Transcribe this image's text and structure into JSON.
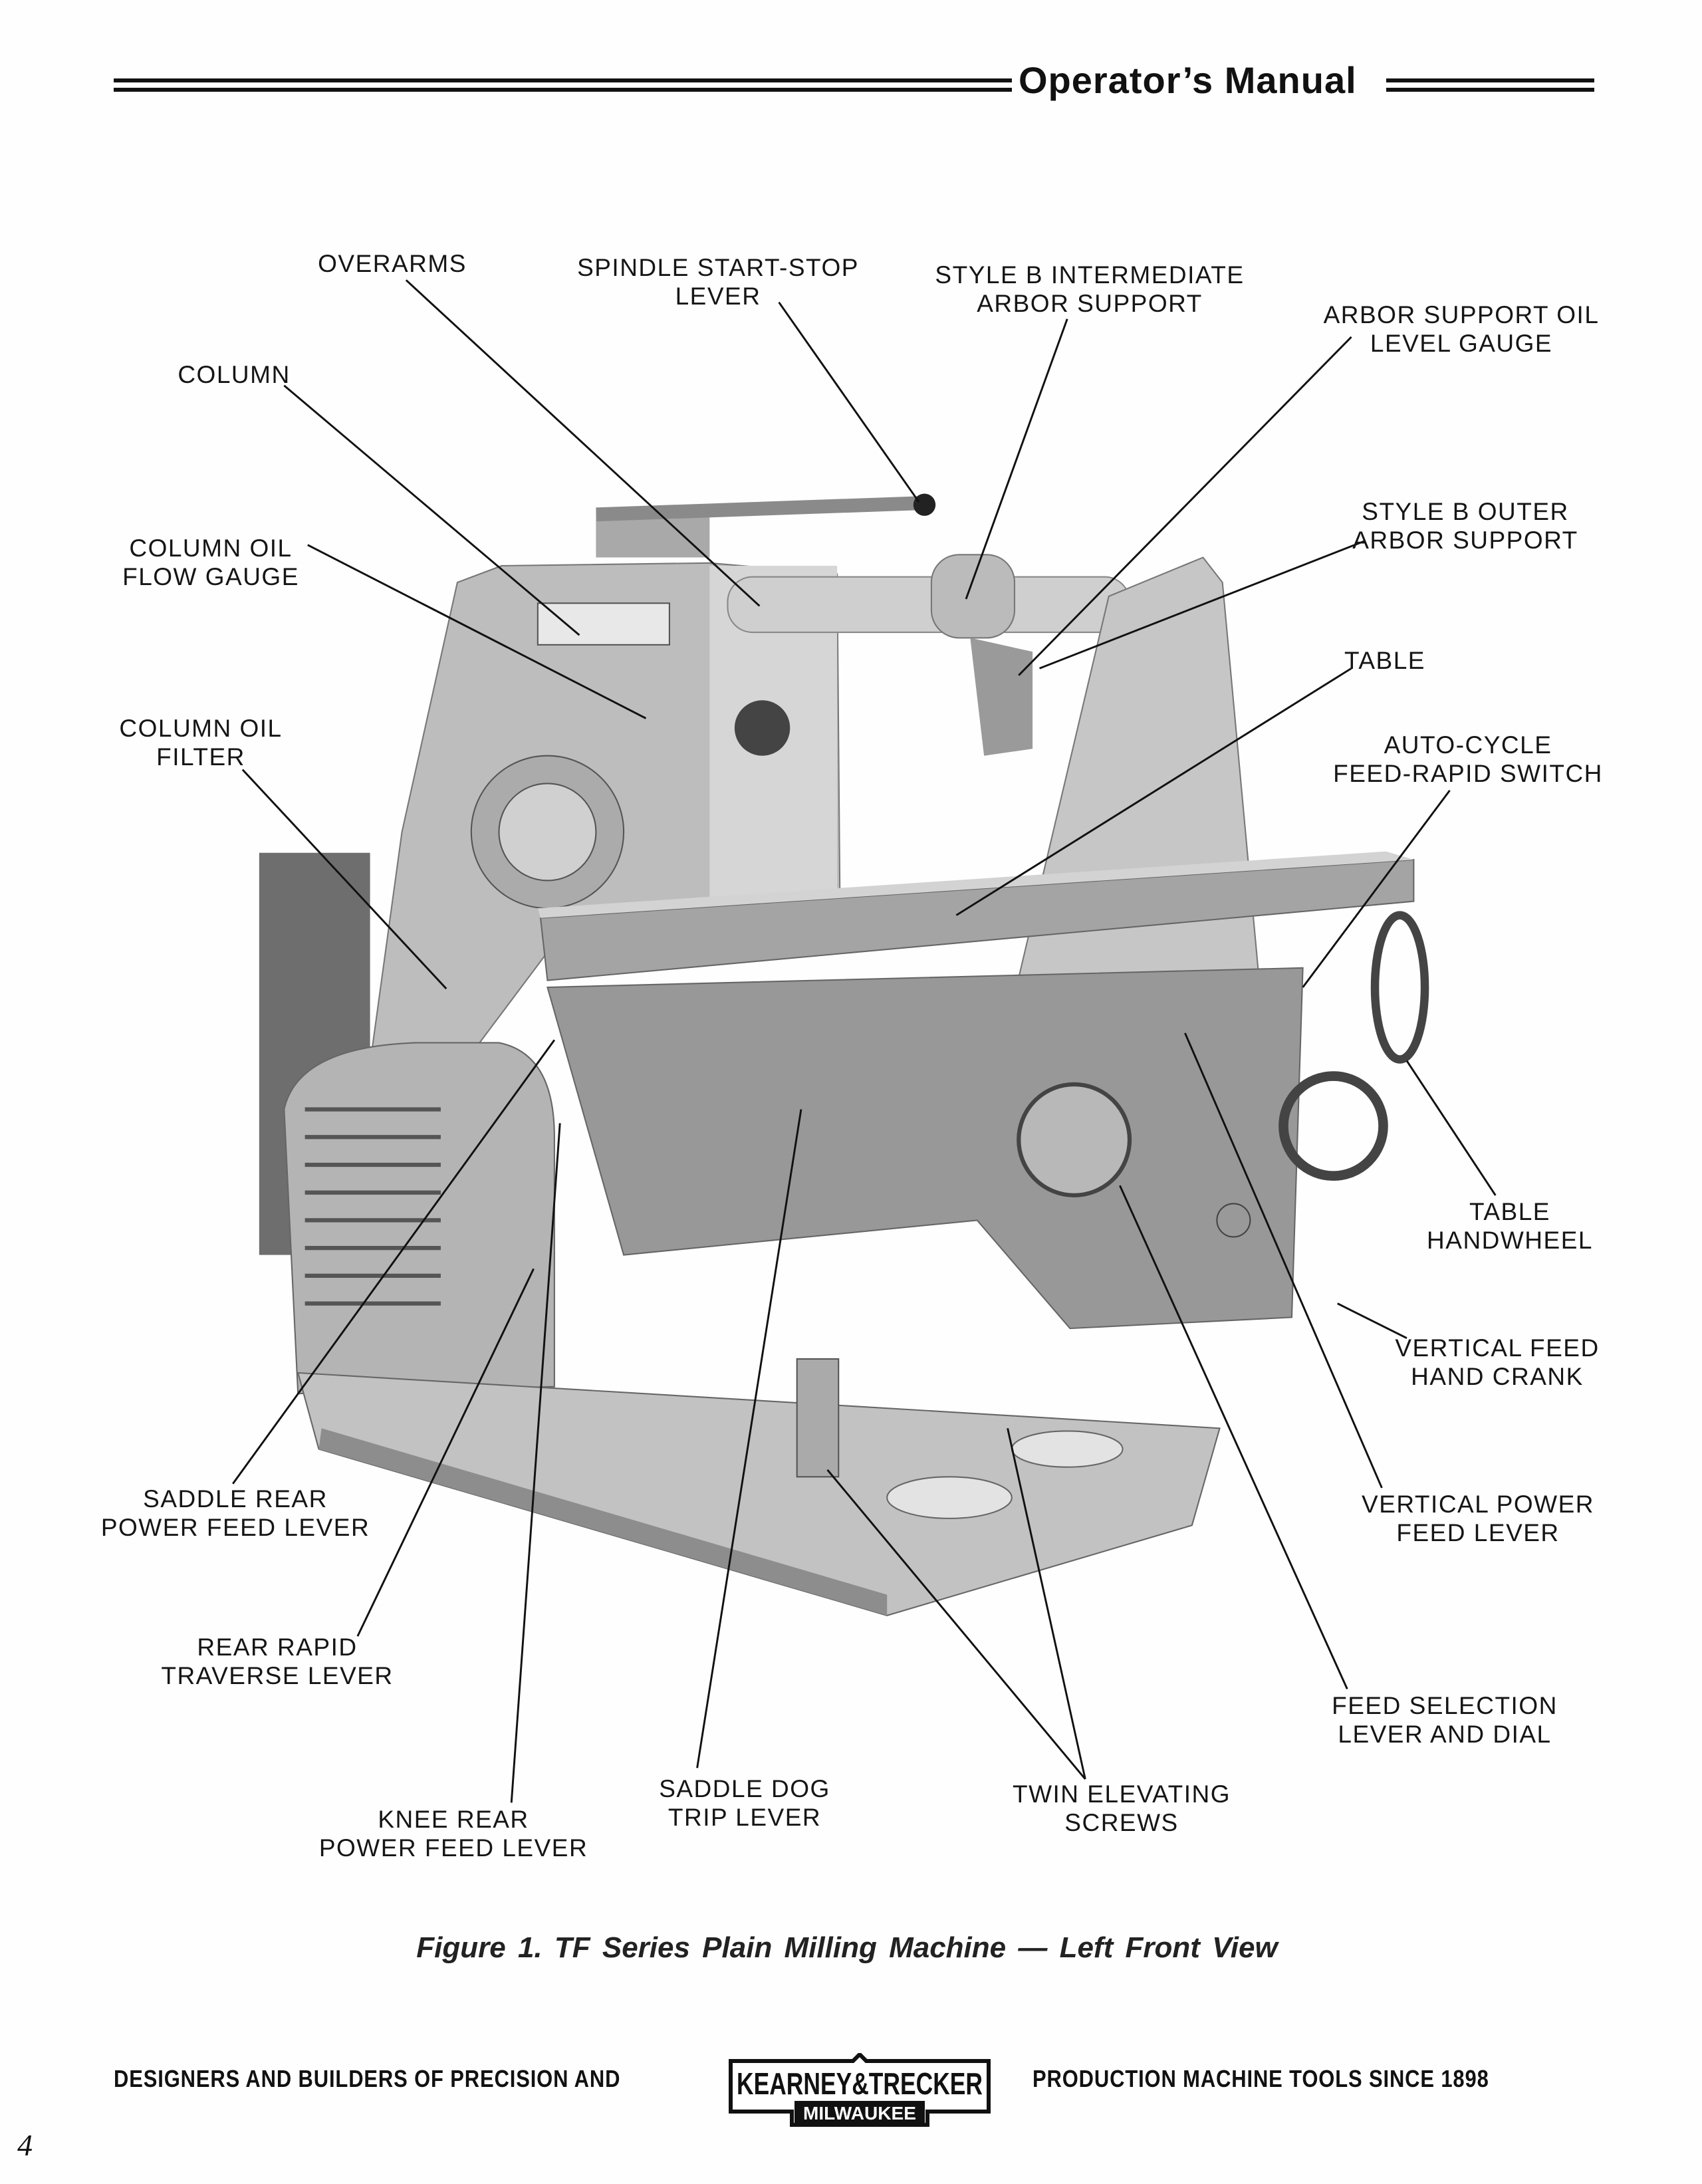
{
  "header": {
    "title": "Operator’s Manual"
  },
  "labels": {
    "overarms": [
      "OVERARMS"
    ],
    "spindle": [
      "SPINDLE START-STOP",
      "LEVER"
    ],
    "style_b_intermediate": [
      "STYLE B INTERMEDIATE",
      "ARBOR SUPPORT"
    ],
    "arbor_oil": [
      "ARBOR SUPPORT OIL",
      "LEVEL GAUGE"
    ],
    "column": [
      "COLUMN"
    ],
    "column_oil_flow": [
      "COLUMN OIL",
      "FLOW GAUGE"
    ],
    "style_b_outer": [
      "STYLE B OUTER",
      "ARBOR SUPPORT"
    ],
    "table": [
      "TABLE"
    ],
    "column_oil_filter": [
      "COLUMN OIL",
      "FILTER"
    ],
    "auto_cycle": [
      "AUTO-CYCLE",
      "FEED-RAPID SWITCH"
    ],
    "table_handwheel": [
      "TABLE",
      "HANDWHEEL"
    ],
    "vertical_feed_crank": [
      "VERTICAL FEED",
      "HAND CRANK"
    ],
    "saddle_rear": [
      "SADDLE REAR",
      "POWER FEED LEVER"
    ],
    "vertical_power": [
      "VERTICAL POWER",
      "FEED LEVER"
    ],
    "rear_rapid": [
      "REAR RAPID",
      "TRAVERSE LEVER"
    ],
    "feed_selection": [
      "FEED SELECTION",
      "LEVER AND DIAL"
    ],
    "saddle_dog": [
      "SADDLE DOG",
      "TRIP LEVER"
    ],
    "twin_screws": [
      "TWIN ELEVATING",
      "SCREWS"
    ],
    "knee_rear": [
      "KNEE REAR",
      "POWER FEED LEVER"
    ]
  },
  "caption": "Figure 1.   TF Series Plain Milling Machine — Left Front View",
  "footer": {
    "left": "DESIGNERS AND BUILDERS OF PRECISION AND",
    "logo_top": "KEARNEY&TRECKER",
    "logo_bottom": "MILWAUKEE",
    "right": "PRODUCTION MACHINE TOOLS SINCE 1898"
  },
  "page_number": "4"
}
